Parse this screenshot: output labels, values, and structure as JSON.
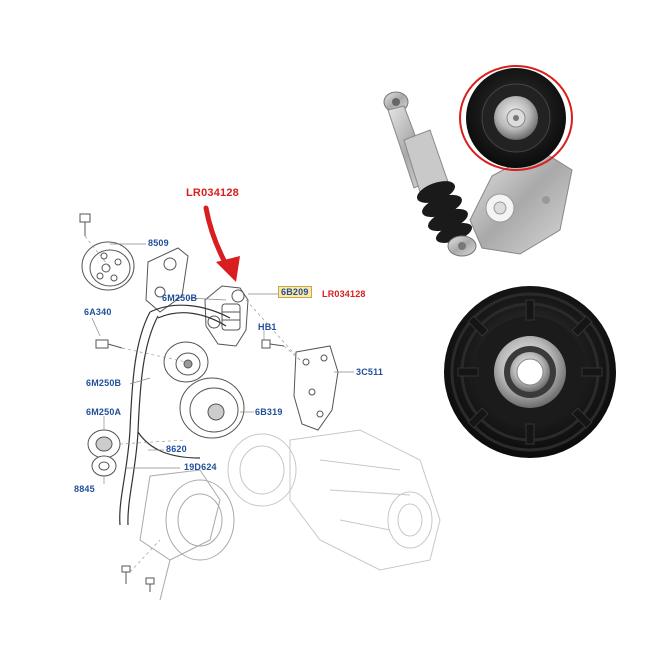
{
  "diagram": {
    "callout_top": "LR034128",
    "callout_right": "LR034128",
    "highlight_part": "6B209",
    "labels": {
      "l8509": "8509",
      "l6m250b_top": "6M250B",
      "l6a340": "6A340",
      "lhb1": "HB1",
      "l3c511": "3C511",
      "l6m250b_mid": "6M250B",
      "l6b319": "6B319",
      "l6m250a": "6M250A",
      "l8620": "8620",
      "l19d624": "19D624",
      "l8845": "8845"
    }
  },
  "colors": {
    "callout_red": "#d81e1e",
    "label_blue": "#1f4e9a",
    "highlight_fill": "#fbe7a6",
    "line_gray": "#777777"
  }
}
